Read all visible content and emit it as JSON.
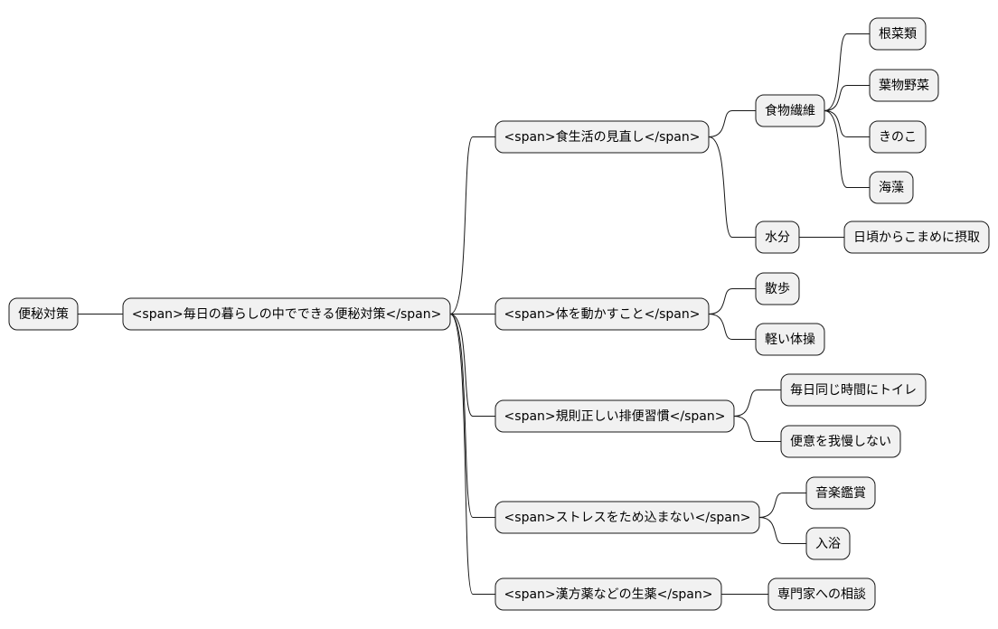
{
  "mindmap": {
    "root": "便秘対策",
    "center": "<span>毎日の暮らしの中でできる便秘対策</span>",
    "branches": [
      {
        "label": "<span>食生活の見直し</span>",
        "children": [
          {
            "label": "食物繊維",
            "children": [
              "根菜類",
              "葉物野菜",
              "きのこ",
              "海藻"
            ]
          },
          {
            "label": "水分",
            "children": [
              "日頃からこまめに摂取"
            ]
          }
        ]
      },
      {
        "label": "<span>体を動かすこと</span>",
        "children": [
          {
            "label": "散歩",
            "children": []
          },
          {
            "label": "軽い体操",
            "children": []
          }
        ]
      },
      {
        "label": "<span>規則正しい排便習慣</span>",
        "children": [
          {
            "label": "毎日同じ時間にトイレ",
            "children": []
          },
          {
            "label": "便意を我慢しない",
            "children": []
          }
        ]
      },
      {
        "label": "<span>ストレスをため込まない</span>",
        "children": [
          {
            "label": "音楽鑑賞",
            "children": []
          },
          {
            "label": "入浴",
            "children": []
          }
        ]
      },
      {
        "label": "<span>漢方薬などの生薬</span>",
        "children": [
          {
            "label": "専門家への相談",
            "children": []
          }
        ]
      }
    ]
  }
}
